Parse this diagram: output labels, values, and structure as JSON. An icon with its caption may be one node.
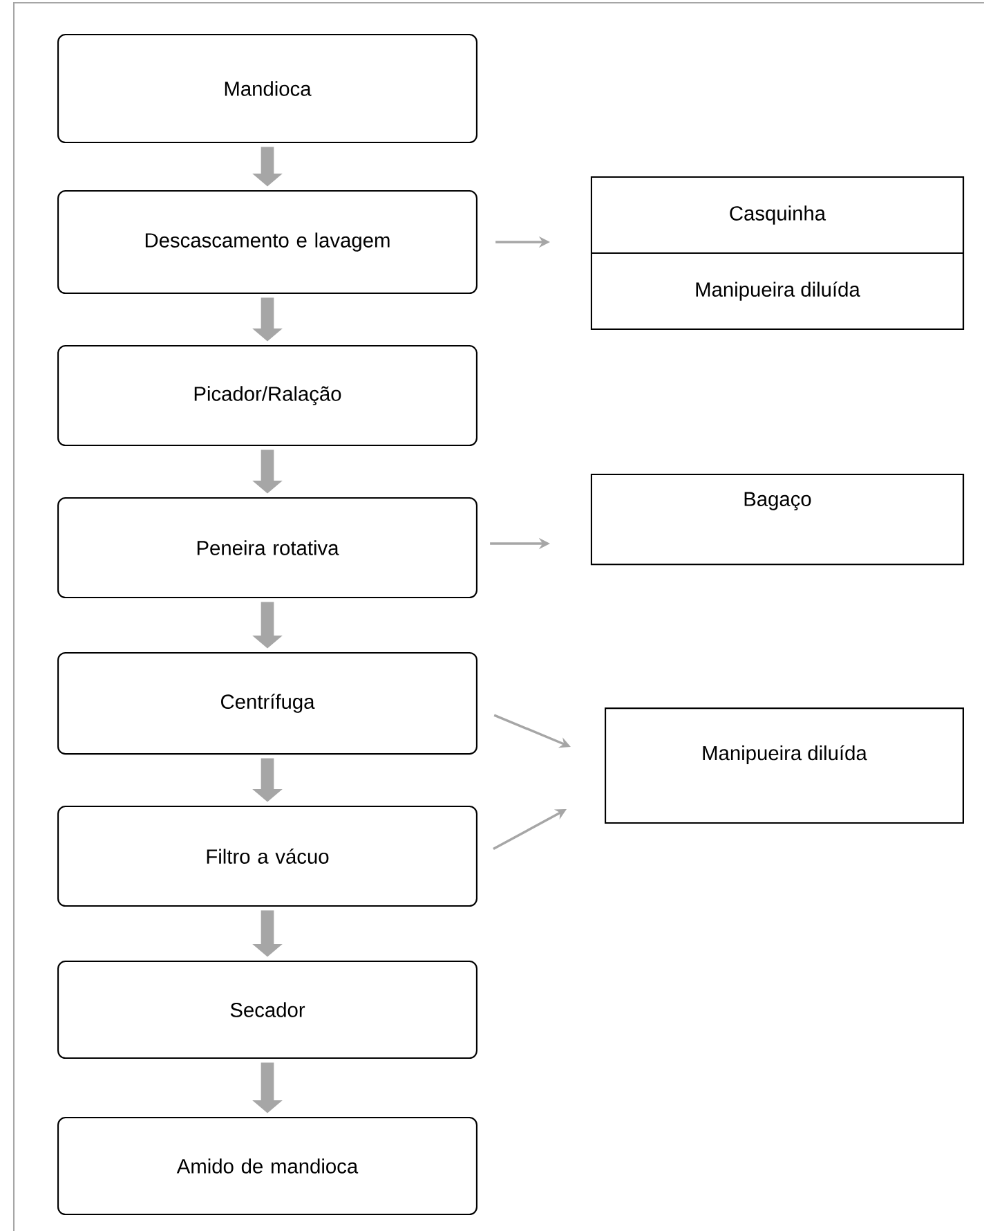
{
  "diagram": {
    "nodes": [
      {
        "text": [
          "Mandioca"
        ]
      },
      {
        "text": [
          "Descascamento e lavagem"
        ]
      },
      {
        "text": [
          "Picador/Ralação"
        ]
      },
      {
        "text": [
          "Peneira rotativa"
        ]
      },
      {
        "text": [
          "Centrífuga"
        ]
      },
      {
        "text": [
          "Filtro a vácuo"
        ]
      },
      {
        "text": [
          "Secador"
        ]
      },
      {
        "text": [
          "Amido de mandioca"
        ]
      },
      {
        "text": [
          "Casquinha",
          "Manipueira diluída"
        ]
      },
      {
        "text": [
          "Bagaço"
        ]
      },
      {
        "text": [
          "Manipueira diluída"
        ]
      }
    ],
    "edges": [
      {
        "from": 0,
        "to": 1,
        "arrow": "to"
      },
      {
        "from": 1,
        "to": 2,
        "arrow": "to"
      },
      {
        "from": 2,
        "to": 3,
        "arrow": "to"
      },
      {
        "from": 3,
        "to": 4,
        "arrow": "to"
      },
      {
        "from": 4,
        "to": 5,
        "arrow": "to"
      },
      {
        "from": 5,
        "to": 6,
        "arrow": "to"
      },
      {
        "from": 6,
        "to": 7,
        "arrow": "to"
      },
      {
        "from": 1,
        "to": 8,
        "arrow": "to"
      },
      {
        "from": 3,
        "to": 9,
        "arrow": "to"
      },
      {
        "from": 4,
        "to": 10,
        "arrow": "to"
      },
      {
        "from": 5,
        "to": 10,
        "arrow": "to"
      }
    ]
  }
}
